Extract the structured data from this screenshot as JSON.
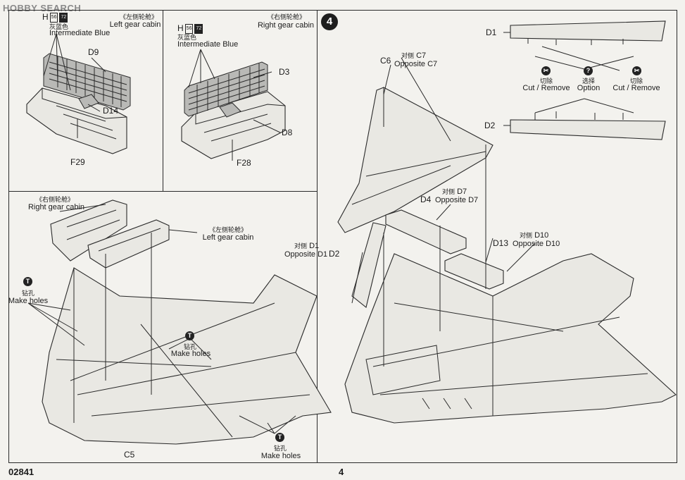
{
  "watermark": "HOBBY SEARCH",
  "footer": {
    "code": "02841",
    "page": "4"
  },
  "step": "4",
  "paint": {
    "code_prefix": "H",
    "code_a": "56",
    "code_b": "72",
    "cn": "灰蓝色",
    "en": "Intermediate Blue"
  },
  "cabins": {
    "left": {
      "cn": "《左侧轮舱》",
      "en": "Left gear cabin"
    },
    "right": {
      "cn": "《右侧轮舱》",
      "en": "Right gear cabin"
    }
  },
  "holes": {
    "icon": "T",
    "cn": "钻孔",
    "en": "Make holes"
  },
  "options": {
    "cut_left": {
      "cn": "切除",
      "en": "Cut / Remove"
    },
    "option": {
      "icon": "?",
      "cn": "选择",
      "en": "Option"
    },
    "cut_right": {
      "cn": "切除",
      "en": "Cut / Remove"
    }
  },
  "opposite": {
    "c7": {
      "cn": "对侧",
      "part": "C7",
      "en": "Opposite C7"
    },
    "d7": {
      "cn": "对侧",
      "part": "D7",
      "en": "Opposite D7"
    },
    "d1": {
      "cn": "对侧",
      "part": "D1",
      "en": "Opposite D1"
    },
    "d10": {
      "cn": "对侧",
      "part": "D10",
      "en": "Opposite D10"
    }
  },
  "parts": {
    "d9": "D9",
    "d14": "D14",
    "f29": "F29",
    "d3": "D3",
    "d8": "D8",
    "f28": "F28",
    "d1": "D1",
    "d2_top": "D2",
    "c6": "C6",
    "d4": "D4",
    "d13": "D13",
    "d2": "D2",
    "c5": "C5"
  }
}
